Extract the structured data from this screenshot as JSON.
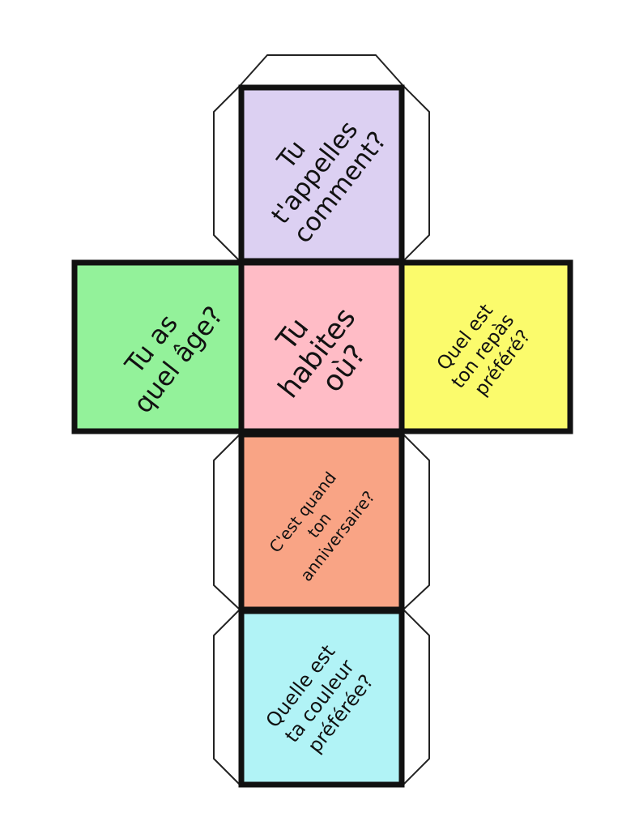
{
  "diagram": {
    "type": "cube-net",
    "faces": [
      {
        "id": "top",
        "lines": [
          "Tu",
          "t'appelles",
          "comment?"
        ],
        "color": "#dcd0f2"
      },
      {
        "id": "left",
        "lines": [
          "Tu as",
          "quel âge?"
        ],
        "color": "#93f29a"
      },
      {
        "id": "center",
        "lines": [
          "Tu",
          "habites",
          "où?"
        ],
        "color": "#ffbcc6"
      },
      {
        "id": "right",
        "lines": [
          "Quel est",
          "ton repàs",
          "préféré?"
        ],
        "color": "#fbfb6c"
      },
      {
        "id": "lower",
        "lines": [
          "C'est quand",
          "ton",
          "anniversaire?"
        ],
        "color": "#f9a485"
      },
      {
        "id": "bottom",
        "lines": [
          "Quelle est",
          "ta couleur",
          "préférée?"
        ],
        "color": "#b1f3f6"
      }
    ],
    "colors": {
      "outline": "#111111",
      "tab_fill": "#ffffff",
      "background": "#ffffff"
    }
  }
}
